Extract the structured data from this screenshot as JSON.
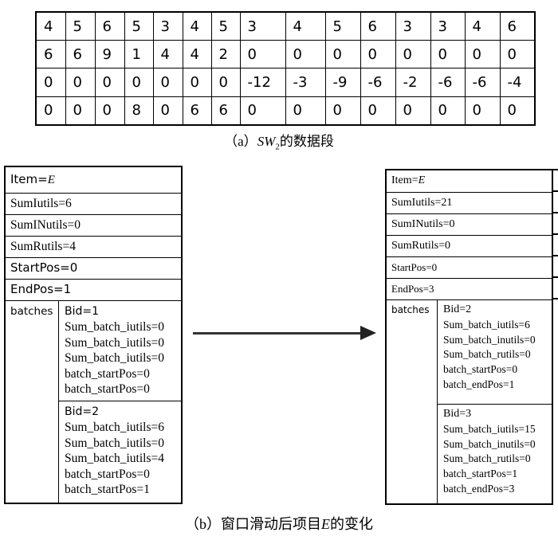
{
  "colors": {
    "background": "#ffffff",
    "border": "#000000",
    "text": "#000000",
    "arrow": "#333333"
  },
  "data_table": {
    "rows": [
      [
        "4",
        "5",
        "6",
        "5",
        "3",
        "4",
        "5",
        "3",
        "4",
        "5",
        "6",
        "3",
        "3",
        "4",
        "6"
      ],
      [
        "6",
        "6",
        "9",
        "1",
        "4",
        "4",
        "2",
        "0",
        "0",
        "0",
        "0",
        "0",
        "0",
        "0",
        "0"
      ],
      [
        "0",
        "0",
        "0",
        "0",
        "0",
        "0",
        "0",
        "-12",
        "-3",
        "-9",
        "-6",
        "-2",
        "-6",
        "-6",
        "-4"
      ],
      [
        "0",
        "0",
        "0",
        "8",
        "0",
        "6",
        "6",
        "0",
        "0",
        "0",
        "0",
        "0",
        "0",
        "0",
        "0"
      ]
    ]
  },
  "captions": {
    "a": {
      "pre": "（a）",
      "italic": "SW",
      "sub": "2",
      "post": "的数据段"
    },
    "b": {
      "pre": "（b）窗口滑动后项目",
      "italic": "E",
      "post": "的变化"
    }
  },
  "left_box": {
    "item_label": "Item=",
    "item_value": "E",
    "fields": [
      "SumIutils=6",
      "SumINutils=0",
      "SumRutils=4",
      "StartPos=0",
      "EndPos=1"
    ],
    "batches_label": "batches",
    "batches": [
      {
        "lines": [
          "Bid=1",
          "Sum_batch_iutils=0",
          "Sum_batch_iutils=0",
          "Sum_batch_iutils=0",
          "batch_startPos=0",
          "batch_startPos=0"
        ]
      },
      {
        "lines": [
          "Bid=2",
          "Sum_batch_iutils=6",
          "Sum_batch_iutils=0",
          "Sum_batch_iutils=4",
          "batch_startPos=0",
          "batch_startPos=1"
        ]
      }
    ]
  },
  "right_box": {
    "item_label": "Item=",
    "item_value": "E",
    "fields": [
      "SumIutils=21",
      "SumINutils=0",
      "SumRutils=0",
      "StartPos=0",
      "EndPos=3"
    ],
    "batches_label": "batches",
    "batches": [
      {
        "lines": [
          "Bid=2",
          "Sum_batch_iutils=6",
          "Sum_batch_inutils=0",
          "Sum_batch_rutils=0",
          "batch_startPos=0",
          "batch_endPos=1"
        ]
      },
      {
        "lines": [
          "Bid=3",
          "Sum_batch_iutils=15",
          "Sum_batch_inutils=0",
          "Sum_batch_rutils=0",
          "batch_startPos=1",
          "batch_endPos=3"
        ]
      }
    ]
  }
}
